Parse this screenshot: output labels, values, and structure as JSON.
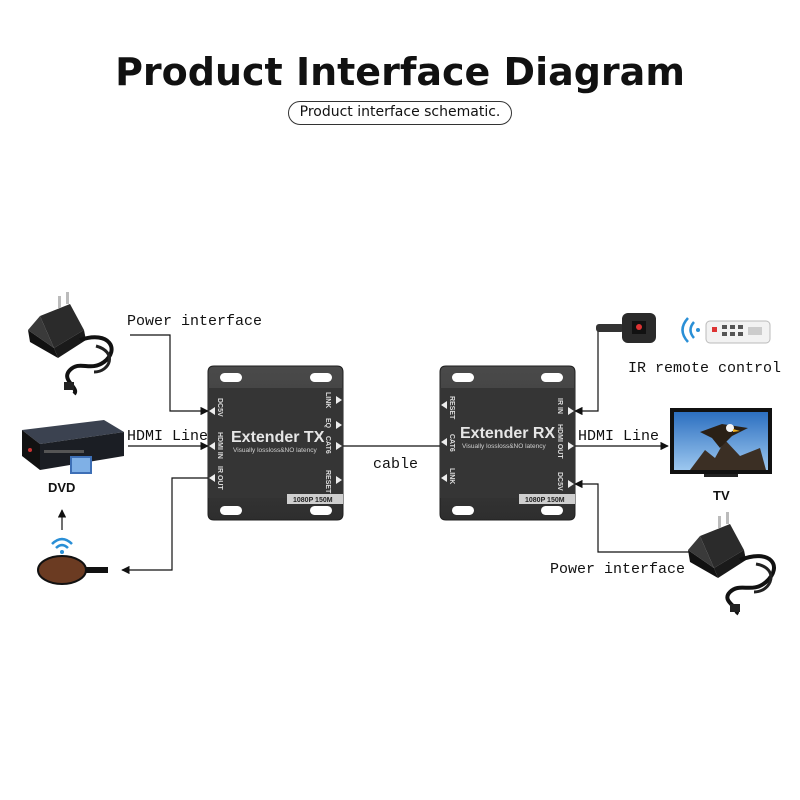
{
  "title": "Product Interface Diagram",
  "subtitle": "Product interface schematic.",
  "labels": {
    "power_left": "Power interface",
    "hdmi_left": "HDMI Line",
    "dvd": "DVD",
    "cable": "cable",
    "ir_remote": "IR remote control",
    "hdmi_right": "HDMI Line",
    "tv": "TV",
    "power_right": "Power interface"
  },
  "tx": {
    "name": "Extender TX",
    "tagline": "Visually lossloss&NO latency",
    "badge": "1080P 150M",
    "ports_left": [
      "DC5V",
      "HDMI IN",
      "IR OUT"
    ],
    "ports_right": [
      "LINK",
      "EQ",
      "CAT6",
      "RESET"
    ]
  },
  "rx": {
    "name": "Extender RX",
    "tagline": "Visually lossloss&NO latency",
    "badge": "1080P 150M",
    "ports_left": [
      "RESET",
      "CAT6",
      "LINK"
    ],
    "ports_right": [
      "IR IN",
      "HDMI OUT",
      "DC5V"
    ]
  },
  "colors": {
    "box": "#3a3a3a",
    "box_edge": "#1f1f1f",
    "line": "#111111"
  }
}
